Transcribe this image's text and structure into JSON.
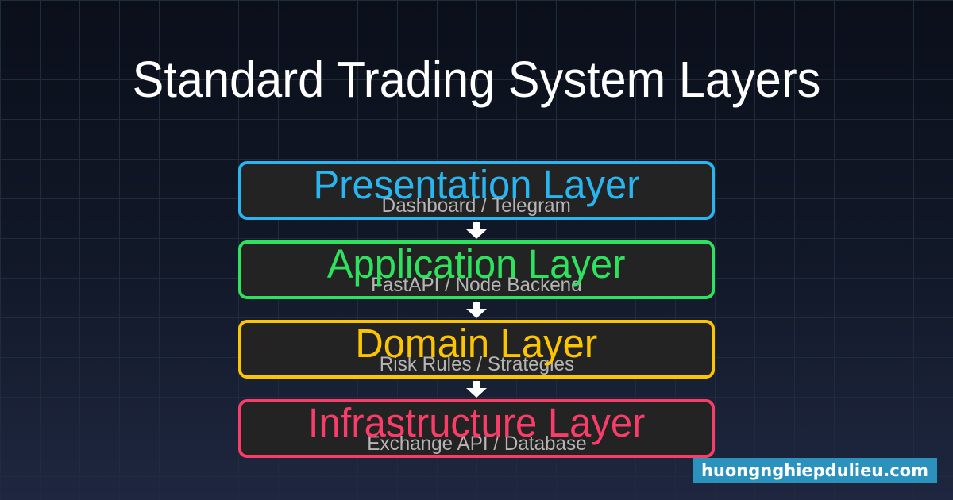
{
  "title": "Standard Trading System Layers",
  "layers": [
    {
      "name": "Presentation Layer",
      "subtitle": "Dashboard / Telegram",
      "accent": "#29b6f0"
    },
    {
      "name": "Application Layer",
      "subtitle": "FastAPI / Node Backend",
      "accent": "#2de35e"
    },
    {
      "name": "Domain Layer",
      "subtitle": "Risk Rules / Strategies",
      "accent": "#fdc500"
    },
    {
      "name": "Infrastructure Layer",
      "subtitle": "Exchange API / Database",
      "accent": "#fa3d68"
    }
  ],
  "arrow": {
    "icon": "down-arrow",
    "color": "#ffffff"
  },
  "watermark": {
    "text": "huongnghiepdulieu.com",
    "bg_color": "#2a92bc",
    "text_color": "#ffffff"
  },
  "background": {
    "top": "#0b0f1a",
    "bottom": "#1f2740",
    "grid_line": "#1e2c3b",
    "box_fill": "#232323",
    "subtitle_color": "#b5b5b5"
  }
}
